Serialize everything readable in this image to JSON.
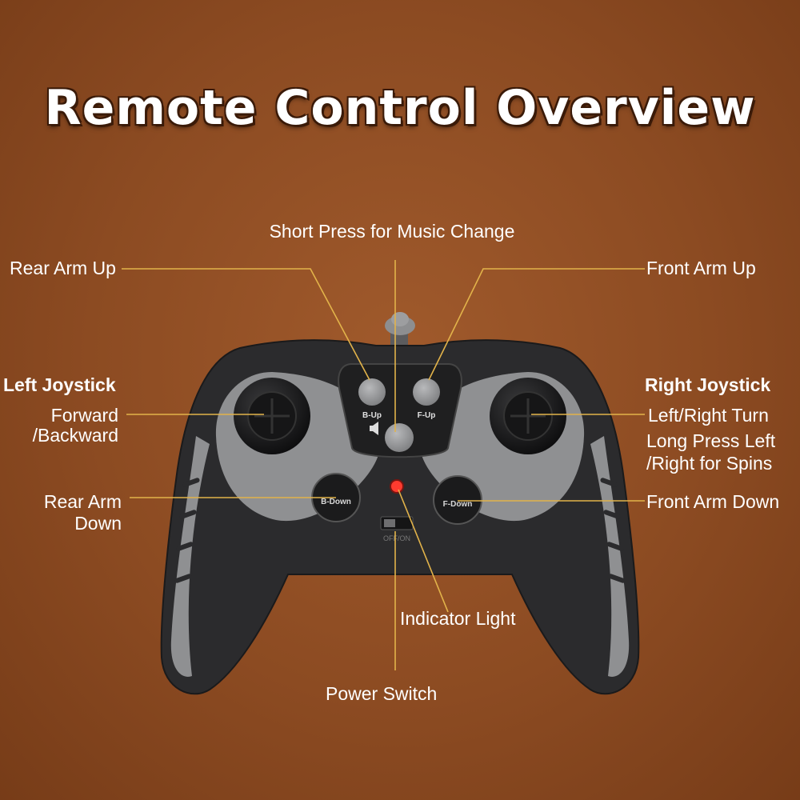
{
  "title": "Remote Control Overview",
  "labels": {
    "music": "Short Press for Music Change",
    "rear_arm_up": "Rear Arm Up",
    "front_arm_up": "Front Arm Up",
    "left_joystick": "Left Joystick",
    "right_joystick": "Right Joystick",
    "fwd_line1": "Forward",
    "fwd_line2": "/Backward",
    "turn": "Left/Right Turn",
    "spin_line1": "Long Press Left",
    "spin_line2": "/Right for Spins",
    "rear_down_line1": "Rear Arm",
    "rear_down_line2": "Down",
    "front_arm_down": "Front Arm Down",
    "indicator": "Indicator Light",
    "power": "Power Switch"
  },
  "buttons": {
    "b_up": "B-Up",
    "f_up": "F-Up",
    "b_down": "B-Down",
    "f_down": "F-Down",
    "off_on": "OFF/ON"
  },
  "colors": {
    "leader": "#e2b34a",
    "body": "#2b2b2d",
    "grey": "#8f9092",
    "light": "#ff3b2f"
  }
}
